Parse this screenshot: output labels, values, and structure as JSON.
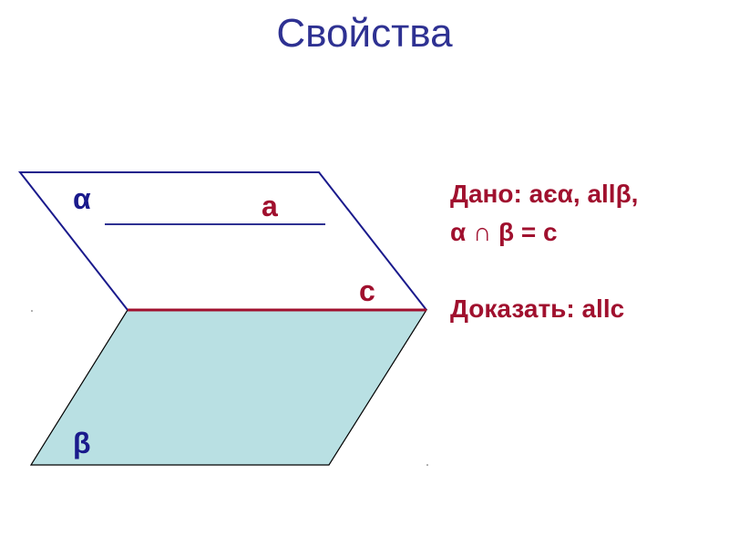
{
  "title": "Свойства",
  "diagram": {
    "planes": [
      {
        "name": "alpha",
        "label": "α",
        "fill": "#ffffff",
        "stroke": "#1a1a8c"
      },
      {
        "name": "beta",
        "label": "β",
        "fill": "#b9e0e3",
        "stroke": "#000000"
      }
    ],
    "lines": [
      {
        "name": "a",
        "label": "a",
        "color": "#2e3192"
      },
      {
        "name": "c",
        "label": "c",
        "color": "#a0102e"
      }
    ]
  },
  "given": {
    "line1": "Дано: aєα, allβ,",
    "line2": "α ∩ β = c"
  },
  "prove": {
    "line1": "Доказать: allc"
  },
  "colors": {
    "title": "#2e3192",
    "accent": "#a0102e",
    "plane_label": "#1a1a8c",
    "beta_fill": "#b9e0e3"
  }
}
